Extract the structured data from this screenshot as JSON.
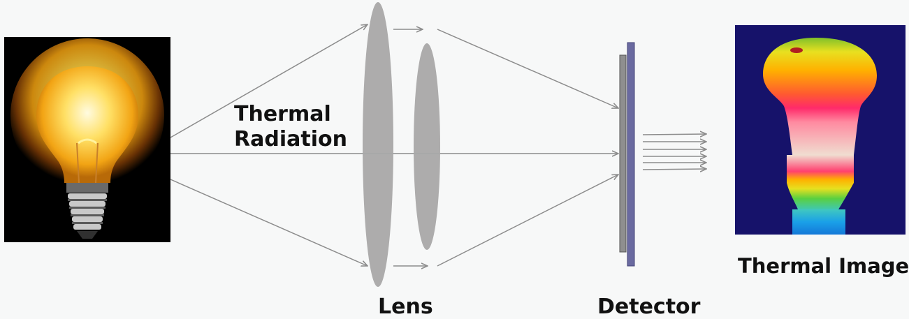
{
  "labels": {
    "radiation_line1": "Thermal",
    "radiation_line2": "Radiation",
    "lens": "Lens",
    "detector": "Detector",
    "thermal_image": "Thermal Image"
  },
  "colors": {
    "background": "#f7f8f8",
    "lens": "#a9a8a8",
    "ray": "#8c8c8c",
    "detector_front": "#8f8f8f",
    "detector_back": "#6a6aa0",
    "thermal_background": "#16126a"
  },
  "icons": {
    "source": "incandescent-light-bulb",
    "output": "thermal-image-of-bulb"
  }
}
